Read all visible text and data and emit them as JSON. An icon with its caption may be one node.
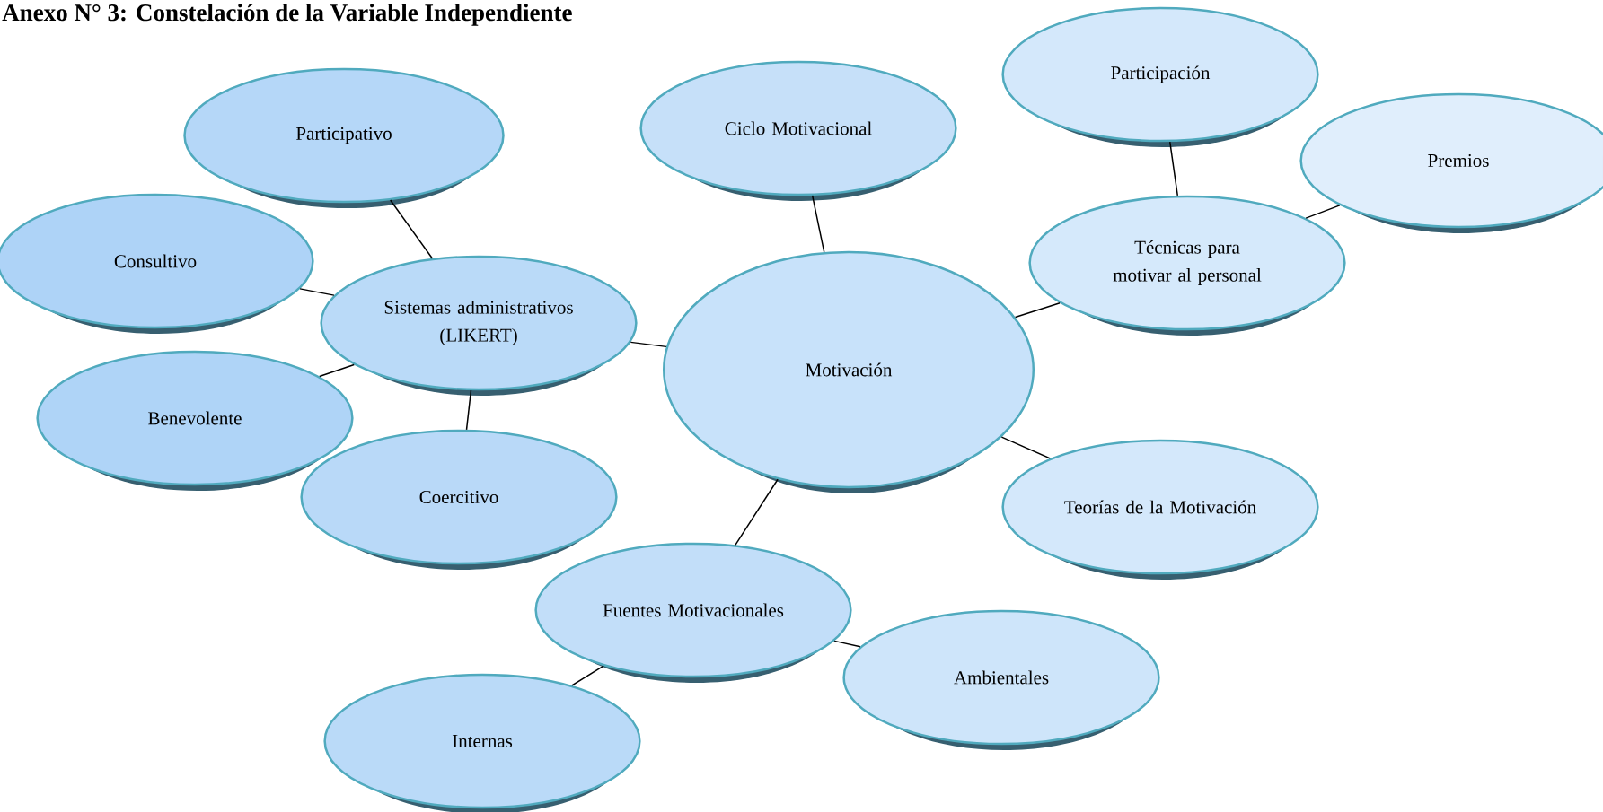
{
  "diagram": {
    "title": "Anexo N° 3: Constelación de la Variable Independiente",
    "nodes": [
      {
        "text": [
          "Motivación"
        ]
      },
      {
        "text": [
          "Sistemas administrativos (LIKERT)"
        ]
      },
      {
        "text": [
          "Participativo"
        ]
      },
      {
        "text": [
          "Consultivo"
        ]
      },
      {
        "text": [
          "Benevolente"
        ]
      },
      {
        "text": [
          "Coercitivo"
        ]
      },
      {
        "text": [
          "Ciclo Motivacional"
        ]
      },
      {
        "text": [
          "Participación"
        ]
      },
      {
        "text": [
          "Técnicas para motivar al personal"
        ]
      },
      {
        "text": [
          "Premios"
        ]
      },
      {
        "text": [
          "Teorías de la Motivación"
        ]
      },
      {
        "text": [
          "Fuentes Motivacionales"
        ]
      },
      {
        "text": [
          "Internas"
        ]
      },
      {
        "text": [
          "Ambientales"
        ]
      }
    ],
    "edges": [
      {
        "from": 0,
        "to": 1,
        "arrow": "none"
      },
      {
        "from": 0,
        "to": 6,
        "arrow": "none"
      },
      {
        "from": 0,
        "to": 8,
        "arrow": "none"
      },
      {
        "from": 0,
        "to": 10,
        "arrow": "none"
      },
      {
        "from": 0,
        "to": 11,
        "arrow": "none"
      },
      {
        "from": 1,
        "to": 2,
        "arrow": "none"
      },
      {
        "from": 1,
        "to": 3,
        "arrow": "none"
      },
      {
        "from": 1,
        "to": 4,
        "arrow": "none"
      },
      {
        "from": 1,
        "to": 5,
        "arrow": "none"
      },
      {
        "from": 8,
        "to": 7,
        "arrow": "none"
      },
      {
        "from": 8,
        "to": 9,
        "arrow": "none"
      },
      {
        "from": 11,
        "to": 12,
        "arrow": "none"
      },
      {
        "from": 11,
        "to": 13,
        "arrow": "none"
      }
    ]
  }
}
